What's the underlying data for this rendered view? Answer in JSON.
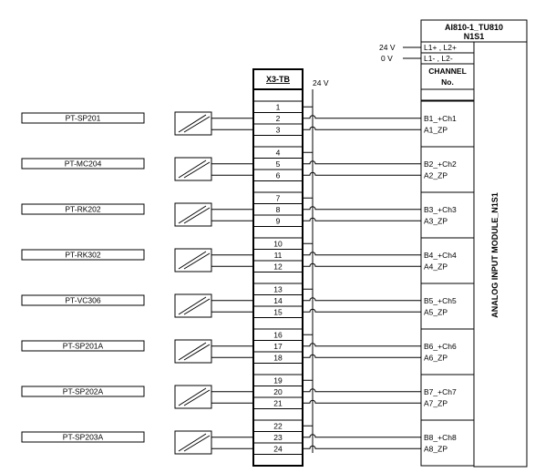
{
  "module": {
    "title_line1": "AI810-1_TU810",
    "title_line2": "N1S1",
    "supply_rows": [
      "L1+ , L2+",
      "L1- , L2-"
    ],
    "channel_header_line1": "CHANNEL",
    "channel_header_line2": "No.",
    "side_label": "ANALOG INPUT MODULE_N1S1"
  },
  "supply": {
    "v24": "24 V",
    "v0": "0 V"
  },
  "terminal_block": {
    "label": "X3-TB",
    "voltage_label": "24 V",
    "terminals": [
      "1",
      "2",
      "3",
      "4",
      "5",
      "6",
      "7",
      "8",
      "9",
      "10",
      "11",
      "12",
      "13",
      "14",
      "15",
      "16",
      "17",
      "18",
      "19",
      "20",
      "21",
      "22",
      "23",
      "24"
    ]
  },
  "instruments": [
    {
      "tag": "PT-SP201",
      "ch_pos": "B1_+Ch1",
      "ch_neg": "A1_ZP"
    },
    {
      "tag": "PT-MC204",
      "ch_pos": "B2_+Ch2",
      "ch_neg": "A2_ZP"
    },
    {
      "tag": "PT-RK202",
      "ch_pos": "B3_+Ch3",
      "ch_neg": "A3_ZP"
    },
    {
      "tag": "PT-RK302",
      "ch_pos": "B4_+Ch4",
      "ch_neg": "A4_ZP"
    },
    {
      "tag": "PT-VC306",
      "ch_pos": "B5_+Ch5",
      "ch_neg": "A5_ZP"
    },
    {
      "tag": "PT-SP201A",
      "ch_pos": "B6_+Ch6",
      "ch_neg": "A6_ZP"
    },
    {
      "tag": "PT-SP202A",
      "ch_pos": "B7_+Ch7",
      "ch_neg": "A7_ZP"
    },
    {
      "tag": "PT-SP203A",
      "ch_pos": "B8_+Ch8",
      "ch_neg": "A8_ZP"
    }
  ]
}
